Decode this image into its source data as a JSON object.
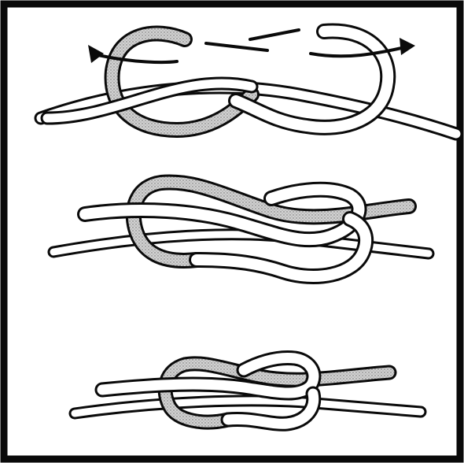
{
  "figure": {
    "steps": [
      {
        "id": "step-1"
      },
      {
        "id": "step-2"
      },
      {
        "id": "step-3"
      }
    ],
    "colors": {
      "ink": "#0a0a0a",
      "paper": "#ffffff",
      "shaded_rope": "#bdbdbd"
    }
  }
}
